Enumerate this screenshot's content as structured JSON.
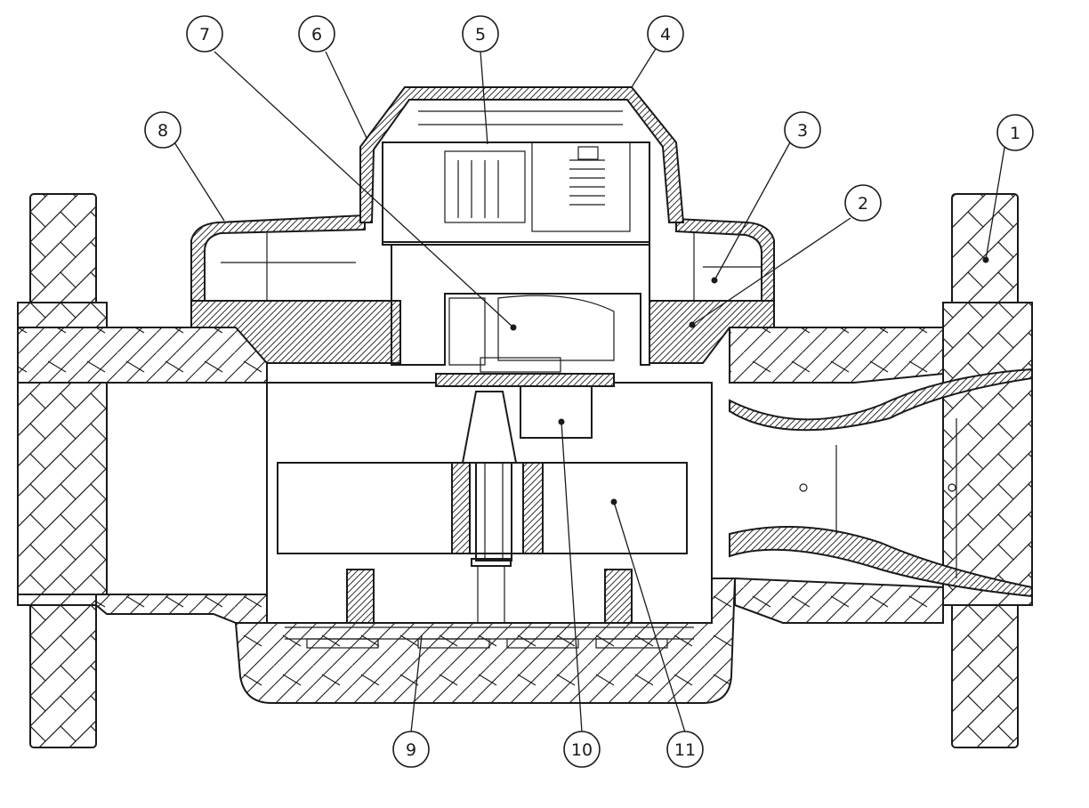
{
  "callouts": [
    {
      "id": "c1",
      "label": "1"
    },
    {
      "id": "c2",
      "label": "2"
    },
    {
      "id": "c3",
      "label": "3"
    },
    {
      "id": "c4",
      "label": "4"
    },
    {
      "id": "c5",
      "label": "5"
    },
    {
      "id": "c6",
      "label": "6"
    },
    {
      "id": "c7",
      "label": "7"
    },
    {
      "id": "c8",
      "label": "8"
    },
    {
      "id": "c9",
      "label": "9"
    },
    {
      "id": "c10",
      "label": "10"
    },
    {
      "id": "c11",
      "label": "11"
    }
  ],
  "colors": {
    "line": "#1a1a1a",
    "background": "#ffffff"
  }
}
